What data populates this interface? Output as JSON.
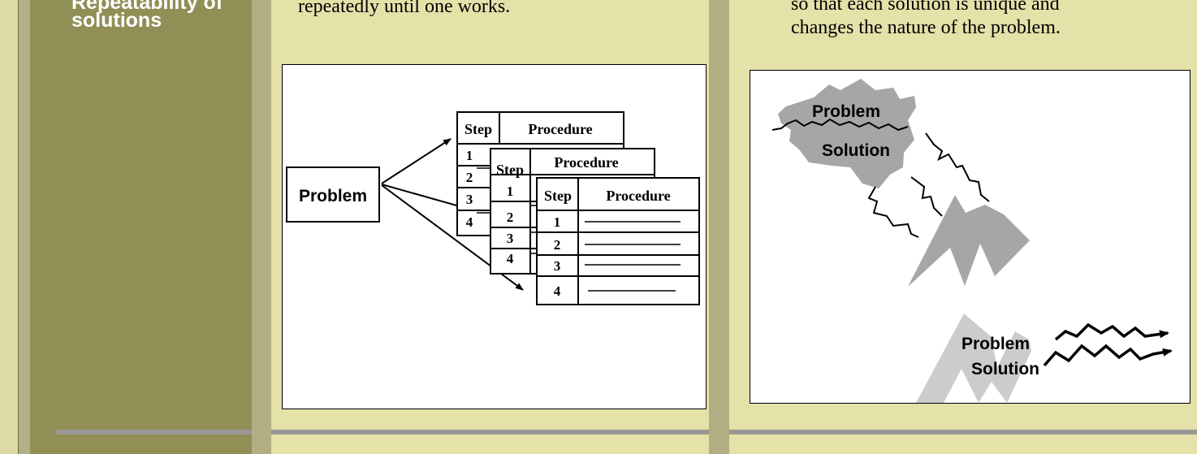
{
  "sidebar": {
    "title": "Repeatability of solutions"
  },
  "left_column": {
    "text": "repeatedly until one works."
  },
  "right_column": {
    "text_line1": "so that each solution is unique and",
    "text_line2": "changes the nature of the problem."
  },
  "left_diagram": {
    "problem_label": "Problem",
    "tables": [
      {
        "step_header": "Step",
        "procedure_header": "Procedure",
        "steps": [
          "1",
          "2",
          "3",
          "4"
        ]
      },
      {
        "step_header": "Step",
        "procedure_header": "Procedure",
        "steps": [
          "1",
          "2",
          "3",
          "4"
        ]
      },
      {
        "step_header": "Step",
        "procedure_header": "Procedure",
        "steps": [
          "1",
          "2",
          "3",
          "4"
        ]
      }
    ]
  },
  "right_diagram": {
    "problem_top": "Problem",
    "solution_top": "Solution",
    "problem_bottom": "Problem",
    "solution_bottom": "Solution"
  },
  "colors": {
    "background": "#e4e1a9",
    "sidebar": "#8f8f56",
    "shape_dark": "#a6a6a6",
    "shape_light": "#cccccc"
  }
}
